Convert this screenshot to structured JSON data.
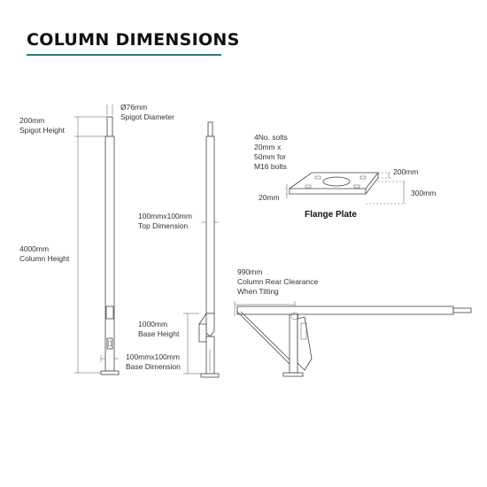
{
  "title": "COLUMN DIMENSIONS",
  "accent_color": "#2b7a8c",
  "labels": {
    "spigot_diameter_value": "Ø76mm",
    "spigot_diameter_text": "Spigot Diameter",
    "spigot_height_value": "200mm",
    "spigot_height_text": "Spigot Height",
    "column_height_value": "4000mm",
    "column_height_text": "Column Height",
    "base_dimension_value": "100mmx100mm",
    "base_dimension_text": "Base Dimension",
    "top_dimension_value": "100mmx100mm",
    "top_dimension_text": "Top Dimension",
    "base_height_value": "1000mm",
    "base_height_text": "Base Height",
    "solts_line1": "4No. solts",
    "solts_line2": "20mm x",
    "solts_line3": "50mm for",
    "solts_line4": "M16 bolts",
    "flange_200": "200mm",
    "flange_300": "300mm",
    "flange_20": "20mm",
    "flange_plate": "Flange Plate",
    "clearance_value": "990mm",
    "clearance_line1": "Column Rear Clearance",
    "clearance_line2": "When Tilting"
  }
}
